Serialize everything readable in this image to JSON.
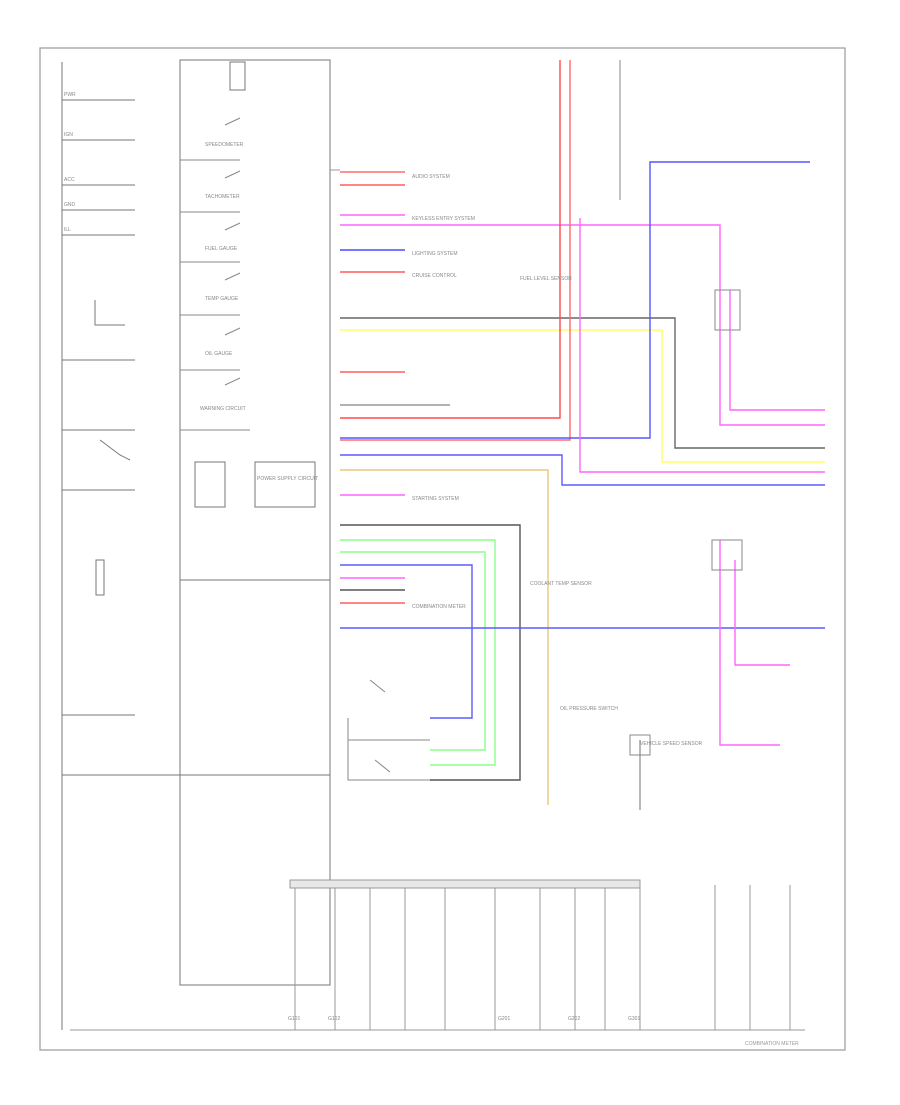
{
  "diagram": {
    "left_connectors": [
      "PWR",
      "IGN",
      "ACC",
      "GND",
      "ILL"
    ],
    "gauges": [
      "SPEEDOMETER",
      "TACHOMETER",
      "FUEL GAUGE",
      "TEMP GAUGE",
      "OIL GAUGE"
    ],
    "circuits": [
      "WARNING CIRCUIT",
      "POWER SUPPLY CIRCUIT"
    ],
    "systems": [
      "AUDIO SYSTEM",
      "KEYLESS ENTRY SYSTEM",
      "LIGHTING SYSTEM",
      "CRUISE CONTROL",
      "STARTING SYSTEM",
      "COMBINATION METER"
    ],
    "sensors": [
      "FUEL LEVEL SENSOR",
      "COOLANT TEMP SENSOR",
      "OIL PRESSURE SWITCH",
      "VEHICLE SPEED SENSOR"
    ],
    "bottom_grounds": [
      "G101",
      "G102",
      "G201",
      "G202",
      "G301"
    ],
    "footer": "COMBINATION METER"
  }
}
